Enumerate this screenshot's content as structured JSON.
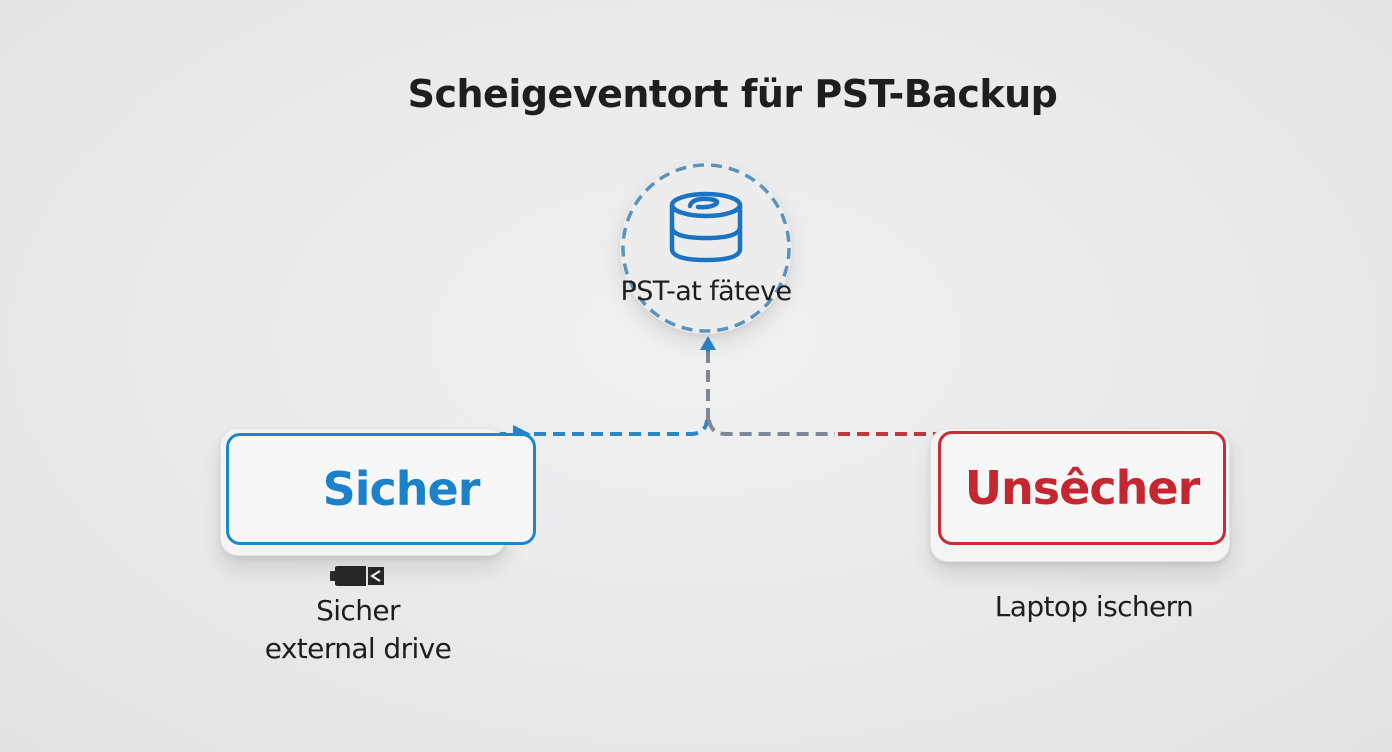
{
  "title": "Scheigeventort für PST-Backup",
  "hub": {
    "label": "PST-at fäteve",
    "icon": "database-icon",
    "color": "#1b73c4"
  },
  "nodes": {
    "safe": {
      "label": "Sicher",
      "caption_line1": "Sicher",
      "caption_line2": "external drive",
      "icon": "usb-drive-icon",
      "color": "#1b87d0"
    },
    "unsafe": {
      "label": "Unsêcher",
      "caption": "Laptop ischern",
      "color": "#cc2b34"
    }
  },
  "connectors": {
    "safe_color": "#1f86cc",
    "neutral_color": "#7d8796",
    "unsafe_color": "#c0383c",
    "hub_ring_color": "#5a93bd"
  }
}
